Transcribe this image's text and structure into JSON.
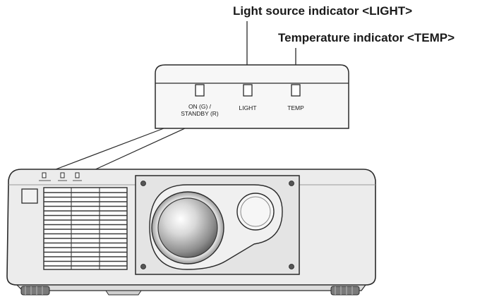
{
  "callouts": {
    "light": "Light source indicator <LIGHT>",
    "temp": "Temperature indicator <TEMP>"
  },
  "panel": {
    "on_label_line1": "ON (G) /",
    "on_label_line2": "STANDBY (R)",
    "light_label": "LIGHT",
    "temp_label": "TEMP"
  },
  "icons": {
    "vent": "vent-grille-icon",
    "lens": "projection-lens-icon",
    "sensor": "remote-sensor-icon",
    "screw": "screw-icon",
    "foot": "adjustable-foot-icon"
  },
  "colors": {
    "outline": "#2a2a2a",
    "body_fill": "#ececec",
    "panel_fill": "#f7f7f7",
    "text": "#1a1a1a"
  }
}
